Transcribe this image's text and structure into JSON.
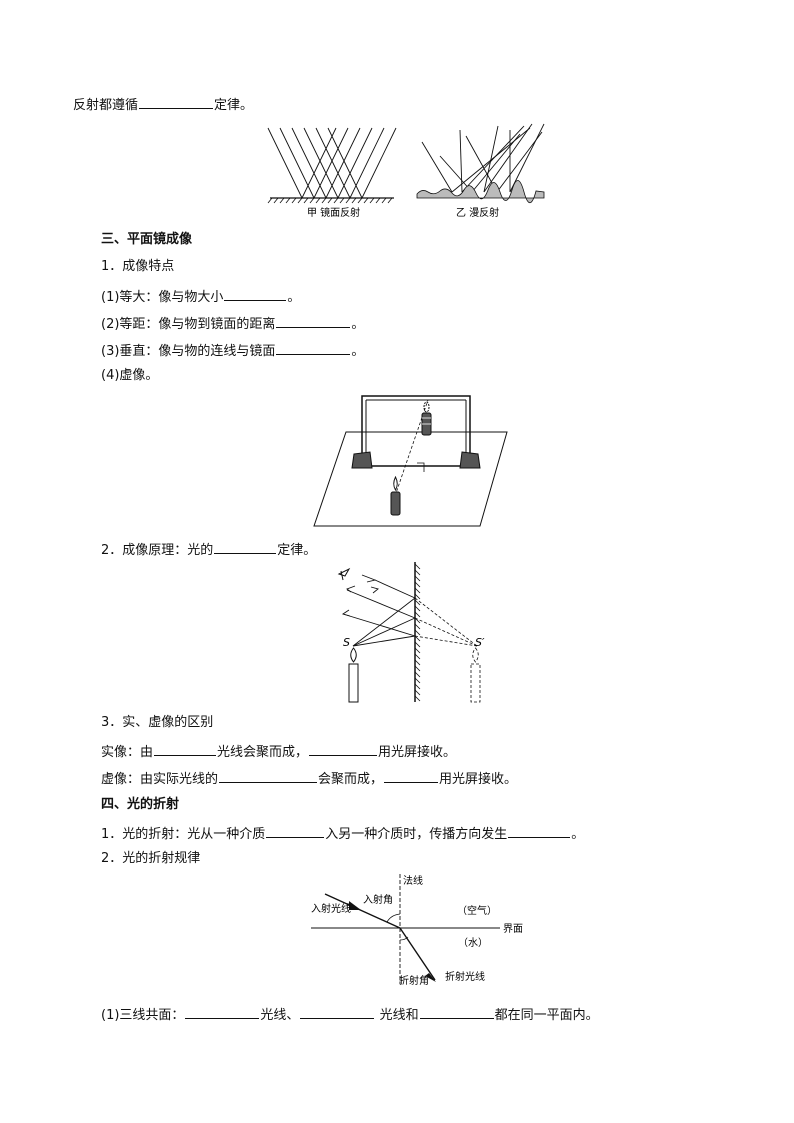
{
  "intro": {
    "pre": "反射都遵循",
    "post": "定律。"
  },
  "fig_reflection": {
    "caption_a": "甲  镜面反射",
    "caption_b": "乙  漫反射"
  },
  "section3": {
    "heading": "三、平面镜成像",
    "p1_title": "1．成像特点",
    "item1": {
      "pre": "(1)等大：像与物大小",
      "post": "。"
    },
    "item2": {
      "pre": "(2)等距：像与物到镜面的距离",
      "post": "。"
    },
    "item3": {
      "pre": "(3)垂直：像与物的连线与镜面",
      "post": "。"
    },
    "item4": "(4)虚像。",
    "p2": {
      "pre": "2．成像原理：光的",
      "post": "定律。"
    },
    "mirror_fig": {
      "s_label": "S",
      "s_image_label": "S′"
    },
    "p3_title": "3．实、虚像的区别",
    "real": {
      "a": "实像：由",
      "b": "光线会聚而成，",
      "c": "用光屏接收。"
    },
    "virtual": {
      "a": "虚像：由实际光线的",
      "b": "会聚而成，",
      "c": "用光屏接收。"
    }
  },
  "section4": {
    "heading": "四、光的折射",
    "p1": {
      "a": "1．光的折射：光从一种介质",
      "b": "入另一种介质时，传播方向发生",
      "c": "。"
    },
    "p2_title": "2．光的折射规律",
    "refraction_fig": {
      "normal": "法线",
      "incident_angle": "入射角",
      "incident_ray": "入射光线",
      "air": "（空气）",
      "interface": "界面",
      "water": "（水）",
      "refraction_angle": "折射角",
      "refracted_ray": "折射光线"
    },
    "item1": {
      "a": "(1)三线共面：",
      "b": "光线、",
      "c": " 光线和",
      "d": "都在同一平面内。"
    }
  }
}
